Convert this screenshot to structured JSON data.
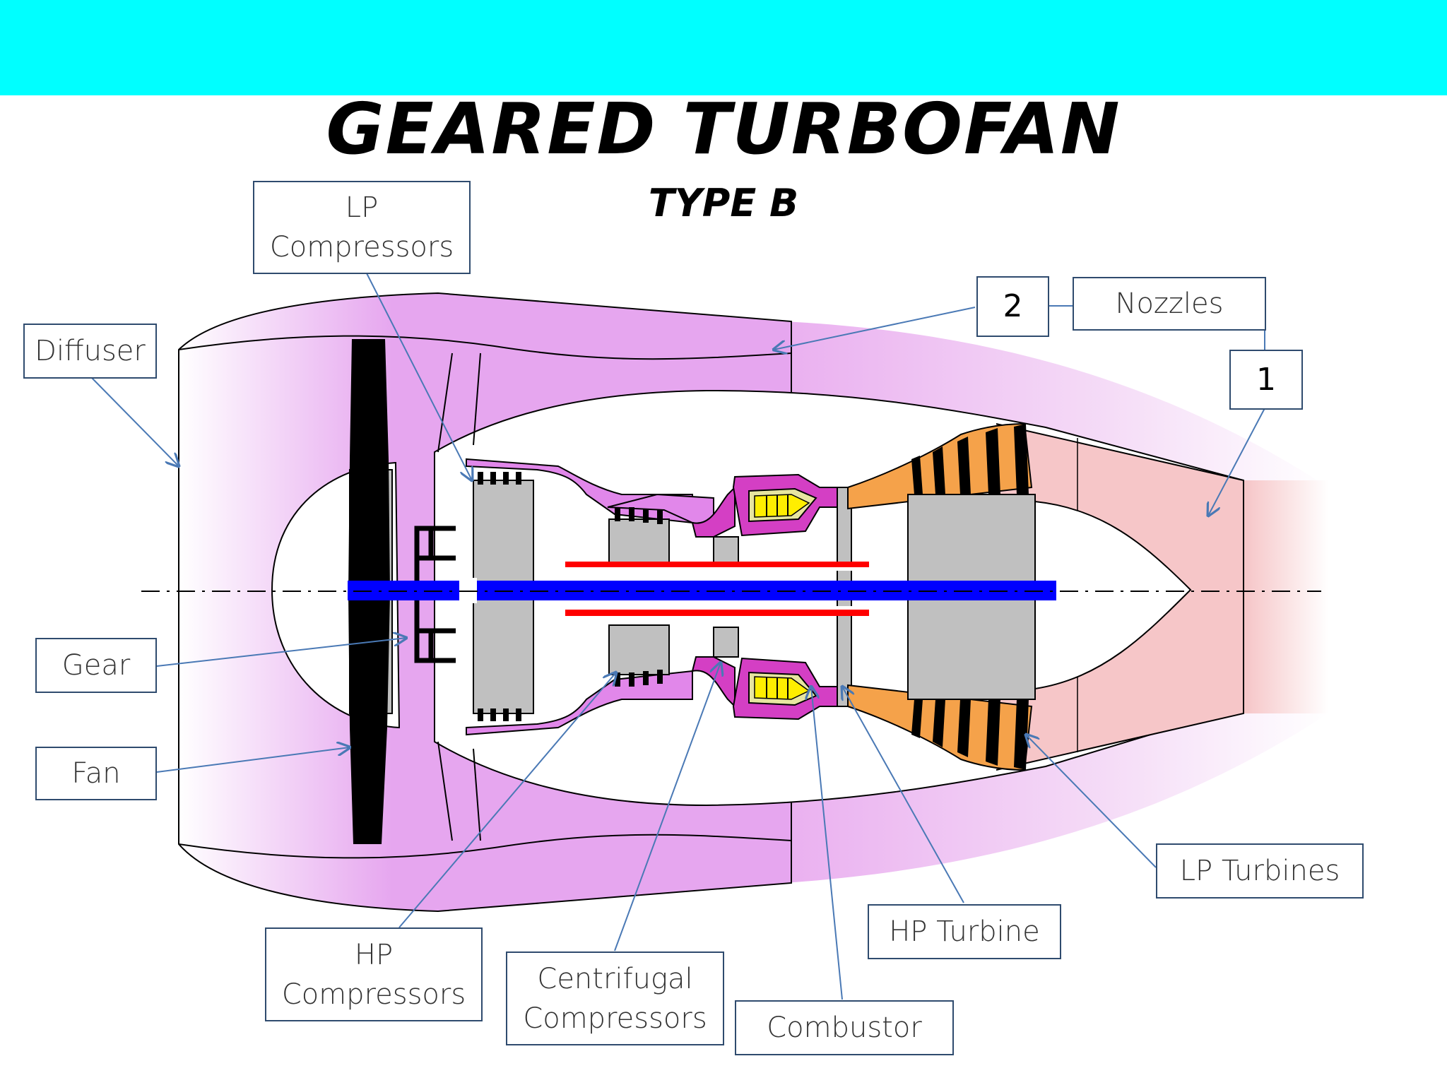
{
  "title": "GEARED TURBOFAN",
  "subtitle": "TYPE B",
  "labels": {
    "lp_compressors": "LP\nCompressors",
    "diffuser": "Diffuser",
    "nozzles": "Nozzles",
    "num_2": "2",
    "num_1": "1",
    "gear": "Gear",
    "fan": "Fan",
    "lp_turbines": "LP Turbines",
    "hp_turbine": "HP Turbine",
    "hp_compressors": "HP\nCompressors",
    "centrifugal_compressors": "Centrifugal\nCompressors",
    "combustor": "Combustor"
  },
  "colors": {
    "header_bar": "#00ffff",
    "bypass_duct": "#e6a6ef",
    "exhaust_core": "#f6c6c8",
    "compressor": "#e187ea",
    "combustor": "#d43fc4",
    "turbine": "#f5a24a",
    "shaft_lp": "#0000ff",
    "shaft_hp": "#ff0000",
    "rotor": "#c0c0c0",
    "callout_border": "#2f4b6e",
    "callout_arrow": "#4a79b5"
  }
}
